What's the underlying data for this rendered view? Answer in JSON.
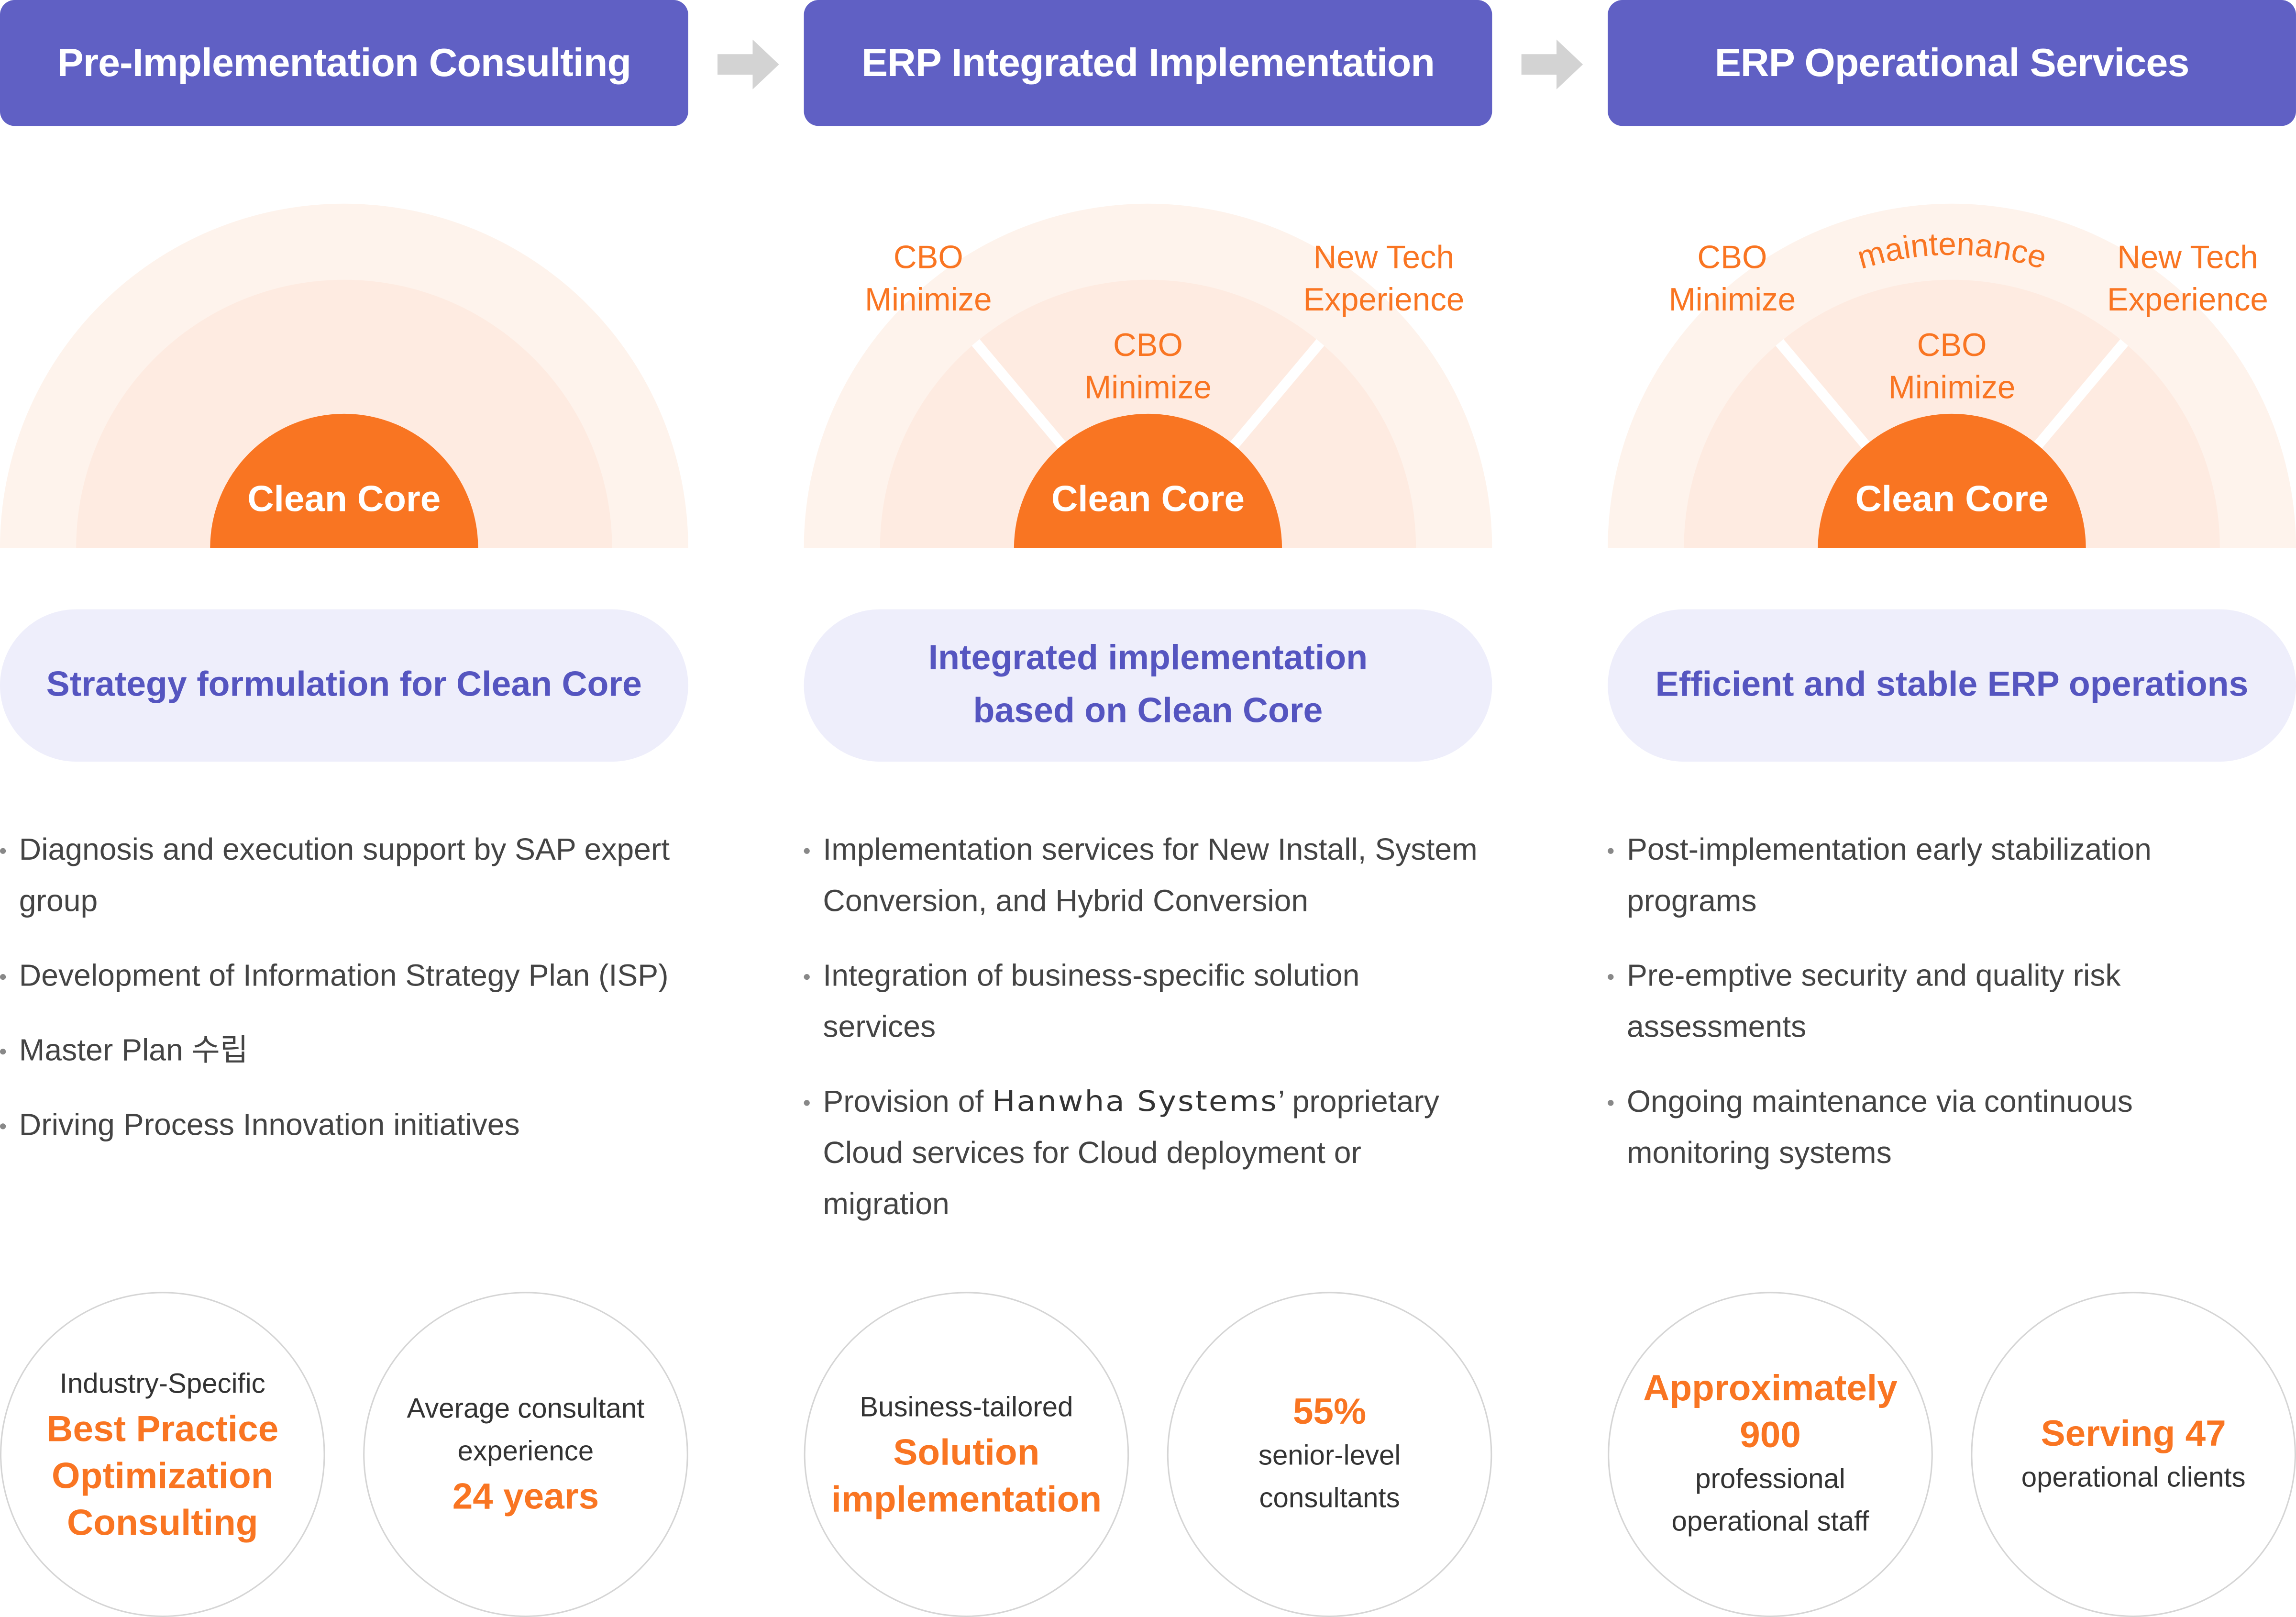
{
  "colors": {
    "header": "#6060c4",
    "accent": "#f97522",
    "pill_bg": "#eeeefb",
    "pill_text": "#5555c0",
    "ring_outer": "#fef3ec",
    "ring_middle": "#feebe1"
  },
  "arrows": [
    "arrow-right-icon",
    "arrow-right-icon"
  ],
  "columns": [
    {
      "title": "Pre-Implementation Consulting",
      "diagram": {
        "core": "Clean Core",
        "segments": [],
        "outer_label": ""
      },
      "pill": [
        "Strategy formulation for Clean Core"
      ],
      "bullets": [
        {
          "parts": [
            {
              "t": "Diagnosis and execution support by SAP expert group"
            }
          ]
        },
        {
          "parts": [
            {
              "t": "Development of Information Strategy Plan (ISP)"
            }
          ]
        },
        {
          "parts": [
            {
              "t": "Master Plan 수립"
            }
          ]
        },
        {
          "parts": [
            {
              "t": "Driving Process Innovation initiatives"
            }
          ]
        }
      ],
      "stats": [
        {
          "lines": [
            {
              "k": "s",
              "t": "Industry-Specific"
            },
            {
              "k": "b",
              "t": "Best Practice"
            },
            {
              "k": "b",
              "t": "Optimization"
            },
            {
              "k": "b",
              "t": "Consulting"
            }
          ]
        },
        {
          "lines": [
            {
              "k": "s",
              "t": "Average consultant"
            },
            {
              "k": "s",
              "t": "experience"
            },
            {
              "k": "b",
              "t": "24 years"
            }
          ]
        }
      ]
    },
    {
      "title": "ERP Integrated Implementation",
      "diagram": {
        "core": "Clean Core",
        "segments": [
          [
            "CBO",
            "Minimize"
          ],
          [
            "CBO",
            "Minimize"
          ],
          [
            "New Tech",
            "Experience"
          ]
        ],
        "outer_label": ""
      },
      "pill": [
        "Integrated implementation",
        "based on Clean Core"
      ],
      "bullets": [
        {
          "parts": [
            {
              "t": "Implementation services for New Install, System Conversion, and Hybrid Conversion"
            }
          ]
        },
        {
          "parts": [
            {
              "t": "Integration of business-specific solution services"
            }
          ]
        },
        {
          "parts": [
            {
              "t": "Provision of "
            },
            {
              "t": "Hanwha Systems",
              "logo": true
            },
            {
              "t": "’ proprietary Cloud services for Cloud deployment or migration"
            }
          ]
        }
      ],
      "stats": [
        {
          "lines": [
            {
              "k": "s",
              "t": "Business-tailored"
            },
            {
              "k": "b",
              "t": "Solution"
            },
            {
              "k": "b",
              "t": "implementation"
            }
          ]
        },
        {
          "lines": [
            {
              "k": "b",
              "t": "55%"
            },
            {
              "k": "s",
              "t": "senior-level"
            },
            {
              "k": "s",
              "t": "consultants"
            }
          ]
        }
      ]
    },
    {
      "title": "ERP Operational Services",
      "diagram": {
        "core": "Clean Core",
        "segments": [
          [
            "CBO",
            "Minimize"
          ],
          [
            "CBO",
            "Minimize"
          ],
          [
            "New Tech",
            "Experience"
          ]
        ],
        "outer_label": "maintenance"
      },
      "pill": [
        "Efficient and stable ERP operations"
      ],
      "bullets": [
        {
          "parts": [
            {
              "t": "Post-implementation early stabilization programs"
            }
          ]
        },
        {
          "parts": [
            {
              "t": "Pre-emptive security and quality risk assessments"
            }
          ]
        },
        {
          "parts": [
            {
              "t": "Ongoing maintenance via continuous monitoring systems"
            }
          ]
        }
      ],
      "stats": [
        {
          "lines": [
            {
              "k": "b",
              "t": "Approximately"
            },
            {
              "k": "b",
              "t": "900"
            },
            {
              "k": "s",
              "t": "professional"
            },
            {
              "k": "s",
              "t": "operational staff"
            }
          ]
        },
        {
          "lines": [
            {
              "k": "b",
              "t": "Serving 47"
            },
            {
              "k": "s",
              "t": "operational clients"
            }
          ]
        }
      ]
    }
  ]
}
